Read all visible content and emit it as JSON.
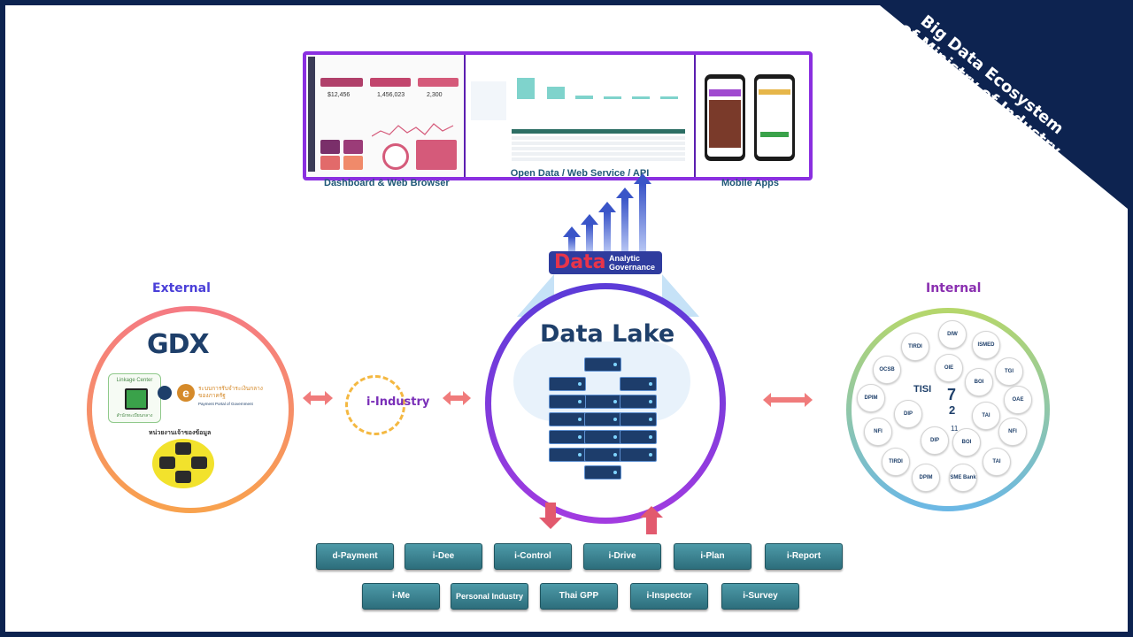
{
  "corner": {
    "line1": "Big Data Ecosystem",
    "line2": "of Ministry of Industry"
  },
  "top": {
    "dashboard_caption": "Dashboard & Web Browser",
    "open_data_caption": "Open Data / Web Service / API",
    "mobile_caption": "Mobile Apps",
    "dash_values": [
      "$12,456",
      "1,456,023",
      "2,300"
    ]
  },
  "badge": {
    "main": "Data",
    "line1": "Analytic",
    "line2": "Governance"
  },
  "external": {
    "title": "External",
    "gdx": "GDX",
    "linkage_title": "Linkage Center",
    "linkage_sub": "สำนักทะเบียนกลาง",
    "epayment_line1": "ระบบการรับจำระเงินกลาง",
    "epayment_line2": "ของภาครัฐ",
    "epayment_sub": "Payment Portal of Government",
    "agency_label": "หน่วยงานเจ้าของข้อมูล"
  },
  "middle": {
    "gear_label": "i-Industry"
  },
  "lake": {
    "title": "Data Lake"
  },
  "internal": {
    "title": "Internal",
    "orgs": [
      "TISI",
      "ISMED",
      "TGI",
      "SME Bank",
      "OIE",
      "DIW",
      "DIP",
      "BOI",
      "OAE",
      "NFI",
      "TAI",
      "TIRDI",
      "OCSB",
      "DPIM"
    ],
    "center": [
      "TISI",
      "7",
      "2",
      "11"
    ]
  },
  "systems": {
    "row1": [
      "d-Payment",
      "i-Dee",
      "i-Control",
      "i-Drive",
      "i-Plan",
      "i-Report"
    ],
    "row2": [
      "i-Me",
      "Personal Industry",
      "Thai GPP",
      "i-Inspector",
      "i-Survey"
    ]
  },
  "colors": {
    "frame": "#0d2350",
    "accent": "#8a2fe0",
    "button": "#3a8390",
    "arrow": "#e25a6e"
  }
}
